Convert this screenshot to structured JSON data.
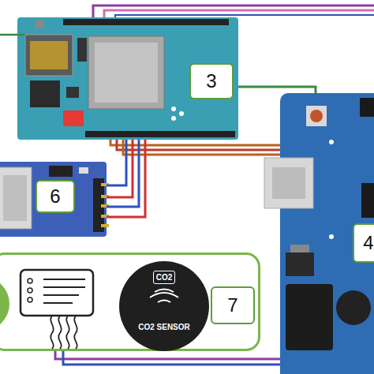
{
  "diagram": {
    "nodes": [
      {
        "text": [
          "3"
        ]
      },
      {
        "text": [
          "4"
        ]
      },
      {
        "text": [
          "6"
        ]
      },
      {
        "text": [
          "7"
        ]
      },
      {
        "text": [
          "CO2",
          "CO2 SENSOR"
        ],
        "in": 3
      }
    ],
    "edges": [
      {
        "from": 0,
        "to": 1,
        "arrow": "none"
      },
      {
        "from": 0,
        "to": 1,
        "arrow": "none"
      },
      {
        "from": 0,
        "to": 1,
        "arrow": "none"
      },
      {
        "from": 0,
        "to": 1,
        "arrow": "none"
      },
      {
        "from": 2,
        "to": 0,
        "arrow": "none"
      },
      {
        "from": 2,
        "to": 0,
        "arrow": "none"
      },
      {
        "from": 2,
        "to": 0,
        "arrow": "none"
      },
      {
        "from": 2,
        "to": 0,
        "arrow": "none"
      },
      {
        "from": 3,
        "to": 1,
        "arrow": "none"
      },
      {
        "from": 3,
        "to": 1,
        "arrow": "none"
      }
    ]
  }
}
